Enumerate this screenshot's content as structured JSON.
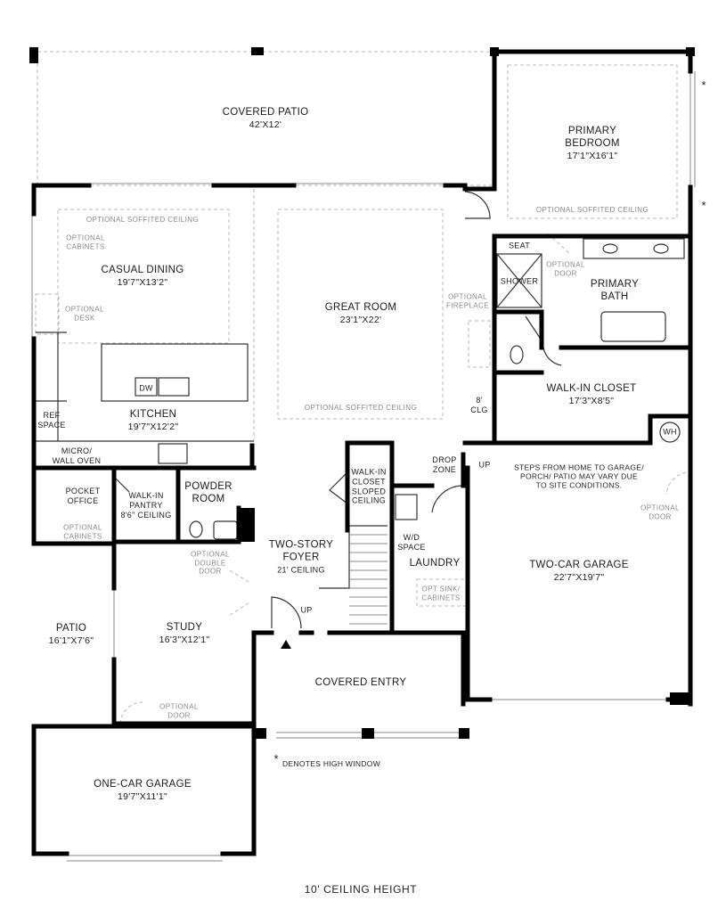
{
  "rooms": {
    "covered_patio": {
      "name": "COVERED PATIO",
      "dims": "42'X12'"
    },
    "primary_bedroom": {
      "name": "PRIMARY BEDROOM",
      "line1": "PRIMARY",
      "line2": "BEDROOM",
      "dims": "17'1\"X16'1\""
    },
    "casual_dining": {
      "name": "CASUAL DINING",
      "dims": "19'7\"X13'2\""
    },
    "great_room": {
      "name": "GREAT ROOM",
      "dims": "23'1\"X22'"
    },
    "kitchen": {
      "name": "KITCHEN",
      "dims": "19'7\"X12'2\""
    },
    "primary_bath": {
      "line1": "PRIMARY",
      "line2": "BATH"
    },
    "walk_in_closet": {
      "name": "WALK-IN CLOSET",
      "dims": "17'3\"X8'5\""
    },
    "pocket_office": {
      "line1": "POCKET",
      "line2": "OFFICE"
    },
    "walk_in_pantry": {
      "line1": "WALK-IN",
      "line2": "PANTRY",
      "line3": "8'6\" CEILING"
    },
    "powder_room": {
      "line1": "POWDER",
      "line2": "ROOM"
    },
    "two_story_foyer": {
      "line1": "TWO-STORY",
      "line2": "FOYER",
      "line3": "21' CEILING"
    },
    "walk_in_closet_sloped": {
      "line1": "WALK-IN",
      "line2": "CLOSET",
      "line3": "SLOPED",
      "line4": "CEILING"
    },
    "laundry": {
      "name": "LAUNDRY"
    },
    "two_car_garage": {
      "name": "TWO-CAR GARAGE",
      "dims": "22'7\"X19'7\""
    },
    "patio": {
      "name": "PATIO",
      "dims": "16'1\"X7'6\""
    },
    "study": {
      "name": "STUDY",
      "dims": "16'3\"X12'1\""
    },
    "covered_entry": {
      "name": "COVERED ENTRY"
    },
    "one_car_garage": {
      "name": "ONE-CAR GARAGE",
      "dims": "19'7\"X11'1\""
    }
  },
  "labels": {
    "optional_soffited_ceiling": "OPTIONAL SOFFITED CEILING",
    "optional_cabinets_line1": "OPTIONAL",
    "optional_cabinets_line2": "CABINETS",
    "optional_desk_line1": "OPTIONAL",
    "optional_desk_line2": "DESK",
    "optional_fireplace_line1": "OPTIONAL",
    "optional_fireplace_line2": "FIREPLACE",
    "optional_door_line1": "OPTIONAL",
    "optional_door_line2": "DOOR",
    "optional_double_door_line1": "OPTIONAL",
    "optional_double_door_line2": "DOUBLE",
    "optional_double_door_line3": "DOOR",
    "opt_sink_line1": "OPT SINK/",
    "opt_sink_line2": "CABINETS",
    "seat": "SEAT",
    "shower": "SHOWER",
    "dw": "DW",
    "ref_line1": "REF",
    "ref_line2": "SPACE",
    "micro_line1": "MICRO/",
    "micro_line2": "WALL OVEN",
    "clg_line1": "8'",
    "clg_line2": "CLG",
    "wh": "WH",
    "drop_line1": "DROP",
    "drop_line2": "ZONE",
    "up": "UP",
    "wd_line1": "W/D",
    "wd_line2": "SPACE",
    "steps_line1": "STEPS FROM HOME TO GARAGE/",
    "steps_line2": "PORCH/ PATIO MAY VARY DUE",
    "steps_line3": "TO SITE CONDITIONS.",
    "star": "*",
    "high_window_note": "DENOTES HIGH WINDOW",
    "ceiling_height": "10' CEILING HEIGHT"
  },
  "colors": {
    "wall": "#000000",
    "thin_wall": "#333333",
    "optional": "#b5b5b5",
    "text": "#1a1a1a"
  }
}
